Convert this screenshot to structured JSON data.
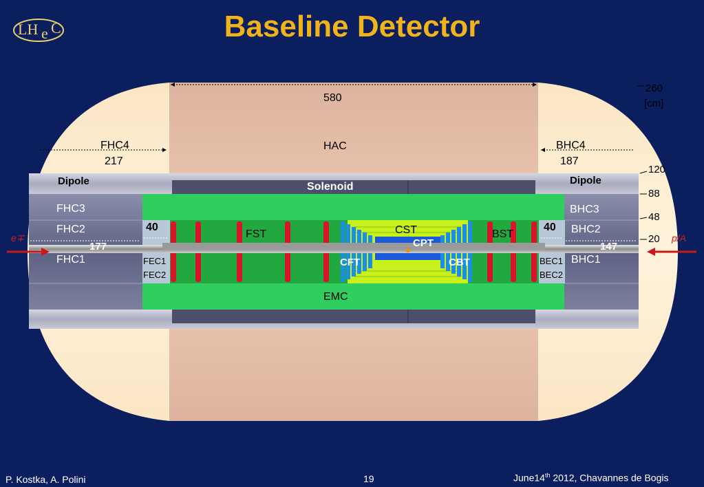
{
  "slide": {
    "title": "Baseline Detector",
    "logo": {
      "text_L": "LH",
      "text_e": "e",
      "text_C": "C"
    },
    "footer": {
      "authors": "P. Kostka,  A. Polini",
      "page": "19",
      "date_prefix": "June14",
      "date_sup": "th",
      "date_suffix": " 2012, Chavannes de Bogis"
    }
  },
  "colors": {
    "background": "#0b1f5e",
    "title": "#f2b21c",
    "hac": "#e9c4ad",
    "emc": "#2fce5f",
    "tracker": "#21a83e",
    "solenoid": "#4c4f6a",
    "dipole": "#b6b8c9",
    "forward_cal": "#6d7393",
    "red": "#d8142a",
    "blue_disk": "#1b8fe8",
    "cst_yellow": "#c8f01a",
    "cpt_blue": "#1a5ad8",
    "beam_arrow": "#c81818"
  },
  "labels": {
    "dim_580": "580",
    "hac": "HAC",
    "fhc4": "FHC4",
    "dim_217": "217",
    "bhc4": "BHC4",
    "dim_187": "187",
    "dipole_left": "Dipole",
    "dipole_right": "Dipole",
    "solenoid": "Solenoid",
    "fhc3": "FHC3",
    "fhc2": "FHC2",
    "fhc1": "FHC1",
    "bhc3": "BHC3",
    "bhc2": "BHC2",
    "bhc1": "BHC1",
    "dim_40_left": "40",
    "dim_40_right": "40",
    "dim_177": "177",
    "dim_147": "147",
    "fst": "FST",
    "cst": "CST",
    "cpt": "CPT",
    "bst": "BST",
    "cft": "CFT",
    "cbt": "CBT",
    "fec1": "FEC1",
    "fec2": "FEC2",
    "bec1": "BEC1",
    "bec2": "BEC2",
    "emc": "EMC",
    "electron": "e∓",
    "proton": "p/A"
  },
  "radial_scale": {
    "r260": "260",
    "unit": "[cm]",
    "r120": "120",
    "r88": "88",
    "r48": "48",
    "r20": "20"
  }
}
